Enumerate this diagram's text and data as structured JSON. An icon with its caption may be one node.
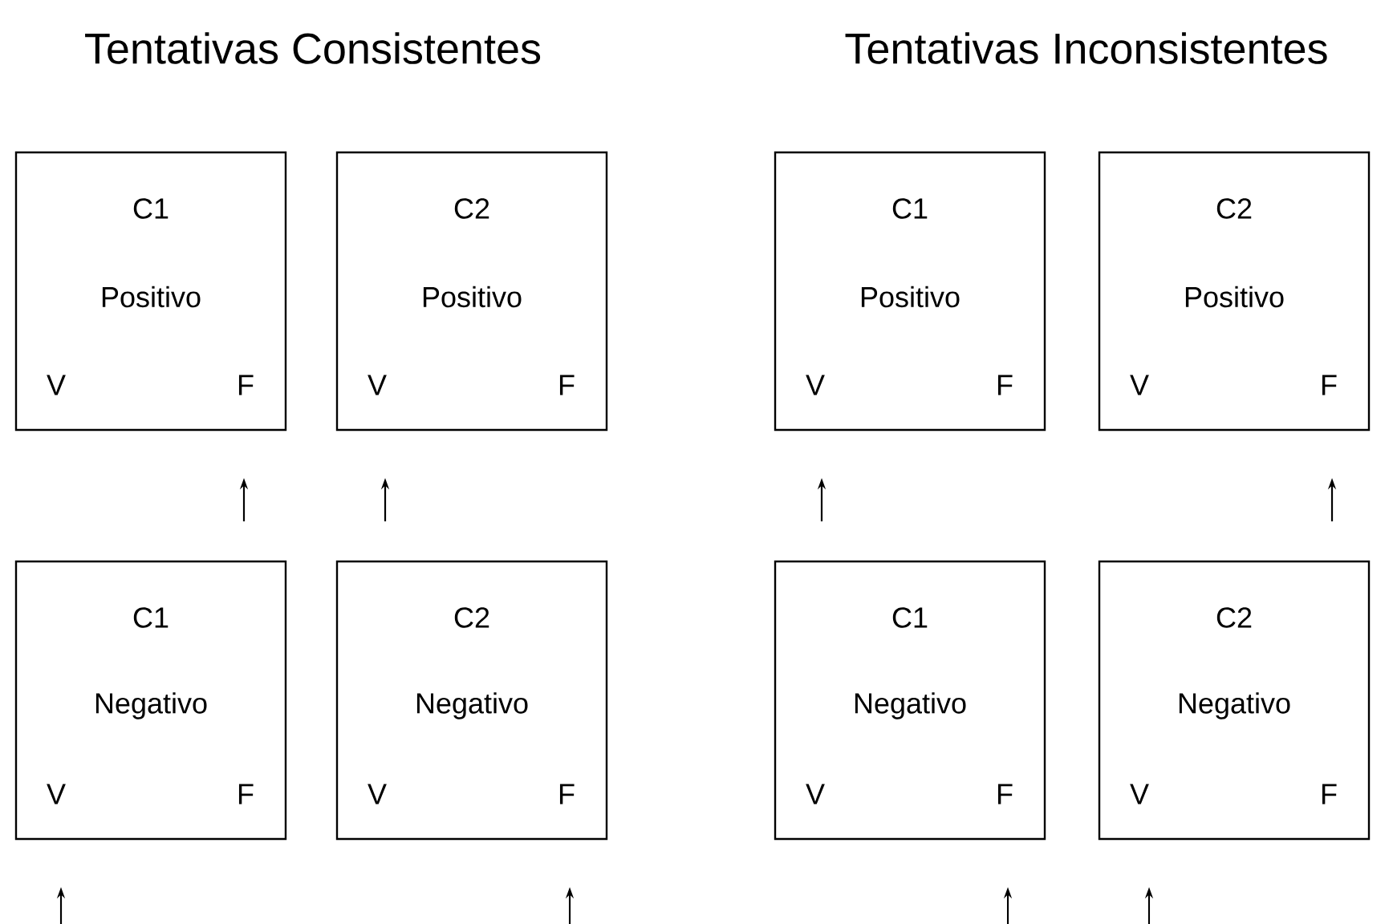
{
  "diagram": {
    "nodes": [
      {
        "text": [
          "C1",
          "Positivo",
          "V",
          "F"
        ]
      },
      {
        "text": [
          "C2",
          "Positivo",
          "V",
          "F"
        ]
      },
      {
        "text": [
          "C1",
          "Negativo",
          "V",
          "F"
        ]
      },
      {
        "text": [
          "C2",
          "Negativo",
          "V",
          "F"
        ]
      },
      {
        "text": [
          "C1",
          "Positivo",
          "V",
          "F"
        ]
      },
      {
        "text": [
          "C2",
          "Positivo",
          "V",
          "F"
        ]
      },
      {
        "text": [
          "C1",
          "Negativo",
          "V",
          "F"
        ]
      },
      {
        "text": [
          "C2",
          "Negativo",
          "V",
          "F"
        ]
      }
    ],
    "labels": [
      "Tentativas Consistentes",
      "Tentativas Inconsistentes"
    ]
  }
}
